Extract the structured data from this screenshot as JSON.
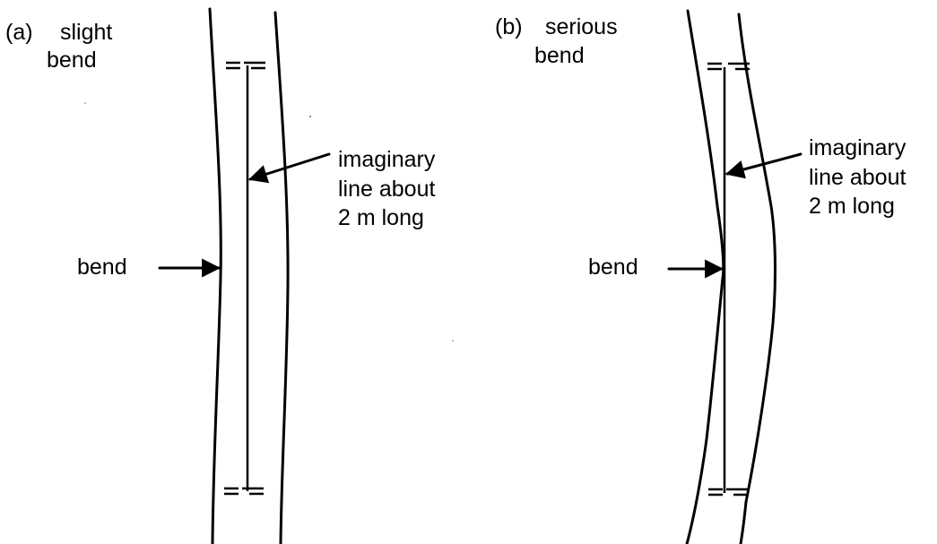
{
  "colors": {
    "ink": "#000000",
    "background": "#ffffff"
  },
  "panels": [
    {
      "id": "a",
      "tag": "(a)",
      "title_line1": "slight",
      "title_line2": "bend",
      "imaginary_line": [
        "imaginary",
        "line about",
        "2 m long"
      ],
      "bend_label": "bend"
    },
    {
      "id": "b",
      "tag": "(b)",
      "title_line1": "serious",
      "title_line2": "bend",
      "imaginary_line": [
        "imaginary",
        "line about",
        "2 m long"
      ],
      "bend_label": "bend"
    }
  ]
}
